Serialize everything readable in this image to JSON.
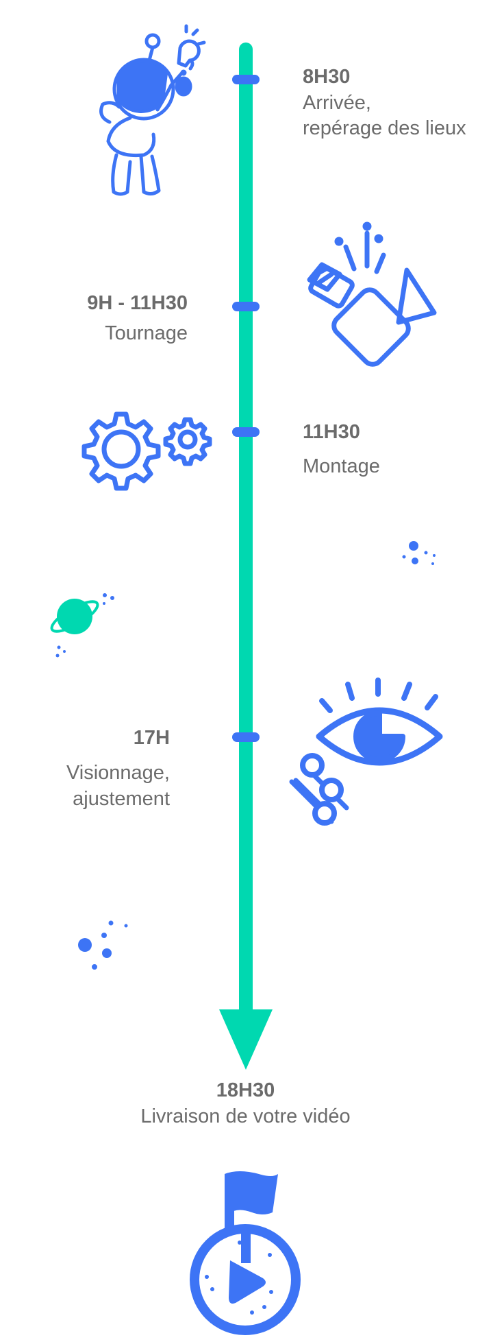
{
  "colors": {
    "timeline": "#00d8b0",
    "tick": "#3d74f5",
    "icons": "#3d74f5",
    "text": "#6b6b6b",
    "background": "#ffffff"
  },
  "steps": [
    {
      "time": "8H30",
      "desc": "Arrivée,\nrepérage des lieux",
      "icon": "astronaut-lightbulb-icon"
    },
    {
      "time": "9H - 11H30",
      "desc": "Tournage",
      "icon": "clapperboard-camera-icon"
    },
    {
      "time": "11H30",
      "desc": "Montage",
      "icon": "gears-icon"
    },
    {
      "time": "17H",
      "desc": "Visionnage,\najustement",
      "icon": "eye-sliders-icon"
    }
  ],
  "final": {
    "time": "18H30",
    "desc": "Livraison de votre vidéo",
    "icon": "flag-play-badge-icon"
  },
  "decorations": [
    "planet-icon",
    "dots-icon"
  ]
}
